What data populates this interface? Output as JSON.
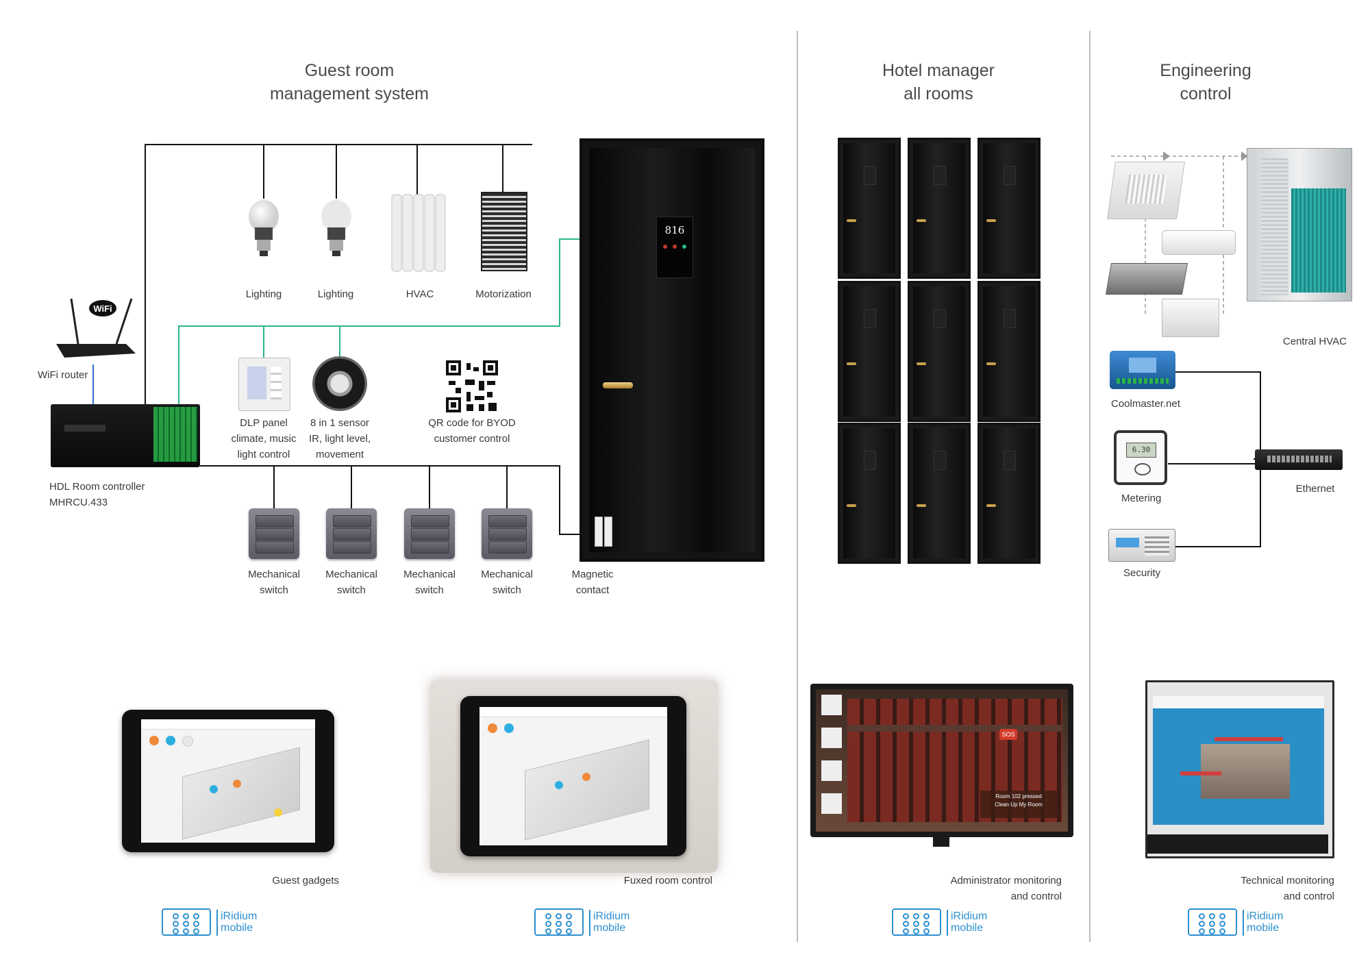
{
  "sections": {
    "guest_room": {
      "title_line1": "Guest room",
      "title_line2": "management system"
    },
    "hotel_manager": {
      "title_line1": "Hotel manager",
      "title_line2": "all rooms"
    },
    "engineering": {
      "title_line1": "Engineering",
      "title_line2": "control"
    }
  },
  "devices": {
    "lighting1": "Lighting",
    "lighting2": "Lighting",
    "hvac": "HVAC",
    "motorization": "Motorization",
    "wifi_router": "WiFi router",
    "wifi_badge": "WiFi",
    "controller_line1": "HDL Room controller",
    "controller_line2": "MHRCU.433",
    "dlp_line1": "DLP panel",
    "dlp_line2": "climate, music",
    "dlp_line3": "light control",
    "sensor_line1": "8 in 1 sensor",
    "sensor_line2": "IR, light level,",
    "sensor_line3": "movement",
    "qr_line1": "QR code for BYOD",
    "qr_line2": "customer control",
    "switches": [
      {
        "line1": "Mechanical",
        "line2": "switch"
      },
      {
        "line1": "Mechanical",
        "line2": "switch"
      },
      {
        "line1": "Mechanical",
        "line2": "switch"
      },
      {
        "line1": "Mechanical",
        "line2": "switch"
      }
    ],
    "magnetic_line1": "Magnetic",
    "magnetic_line2": "contact",
    "room_number": "816"
  },
  "engineering": {
    "central_hvac": "Central HVAC",
    "coolmaster": "Coolmaster.net",
    "metering": "Metering",
    "metering_display": "6.30",
    "ethernet": "Ethernet",
    "security": "Security"
  },
  "bottom": {
    "guest_gadgets": "Guest gadgets",
    "fixed_room": "Fuxed room control",
    "admin_line1": "Administrator monitoring",
    "admin_line2": "and control",
    "tech_line1": "Technical monitoring",
    "tech_line2": "and control",
    "admin_notice_line1": "Room 102 pressed",
    "admin_notice_line2": "Clean Up My Room",
    "admin_sos": "SOS"
  },
  "logo": {
    "line1": "iRidium",
    "line2": "mobile"
  },
  "colors": {
    "accent_line": "#2bb58b",
    "logo_blue": "#2e8fd0"
  }
}
